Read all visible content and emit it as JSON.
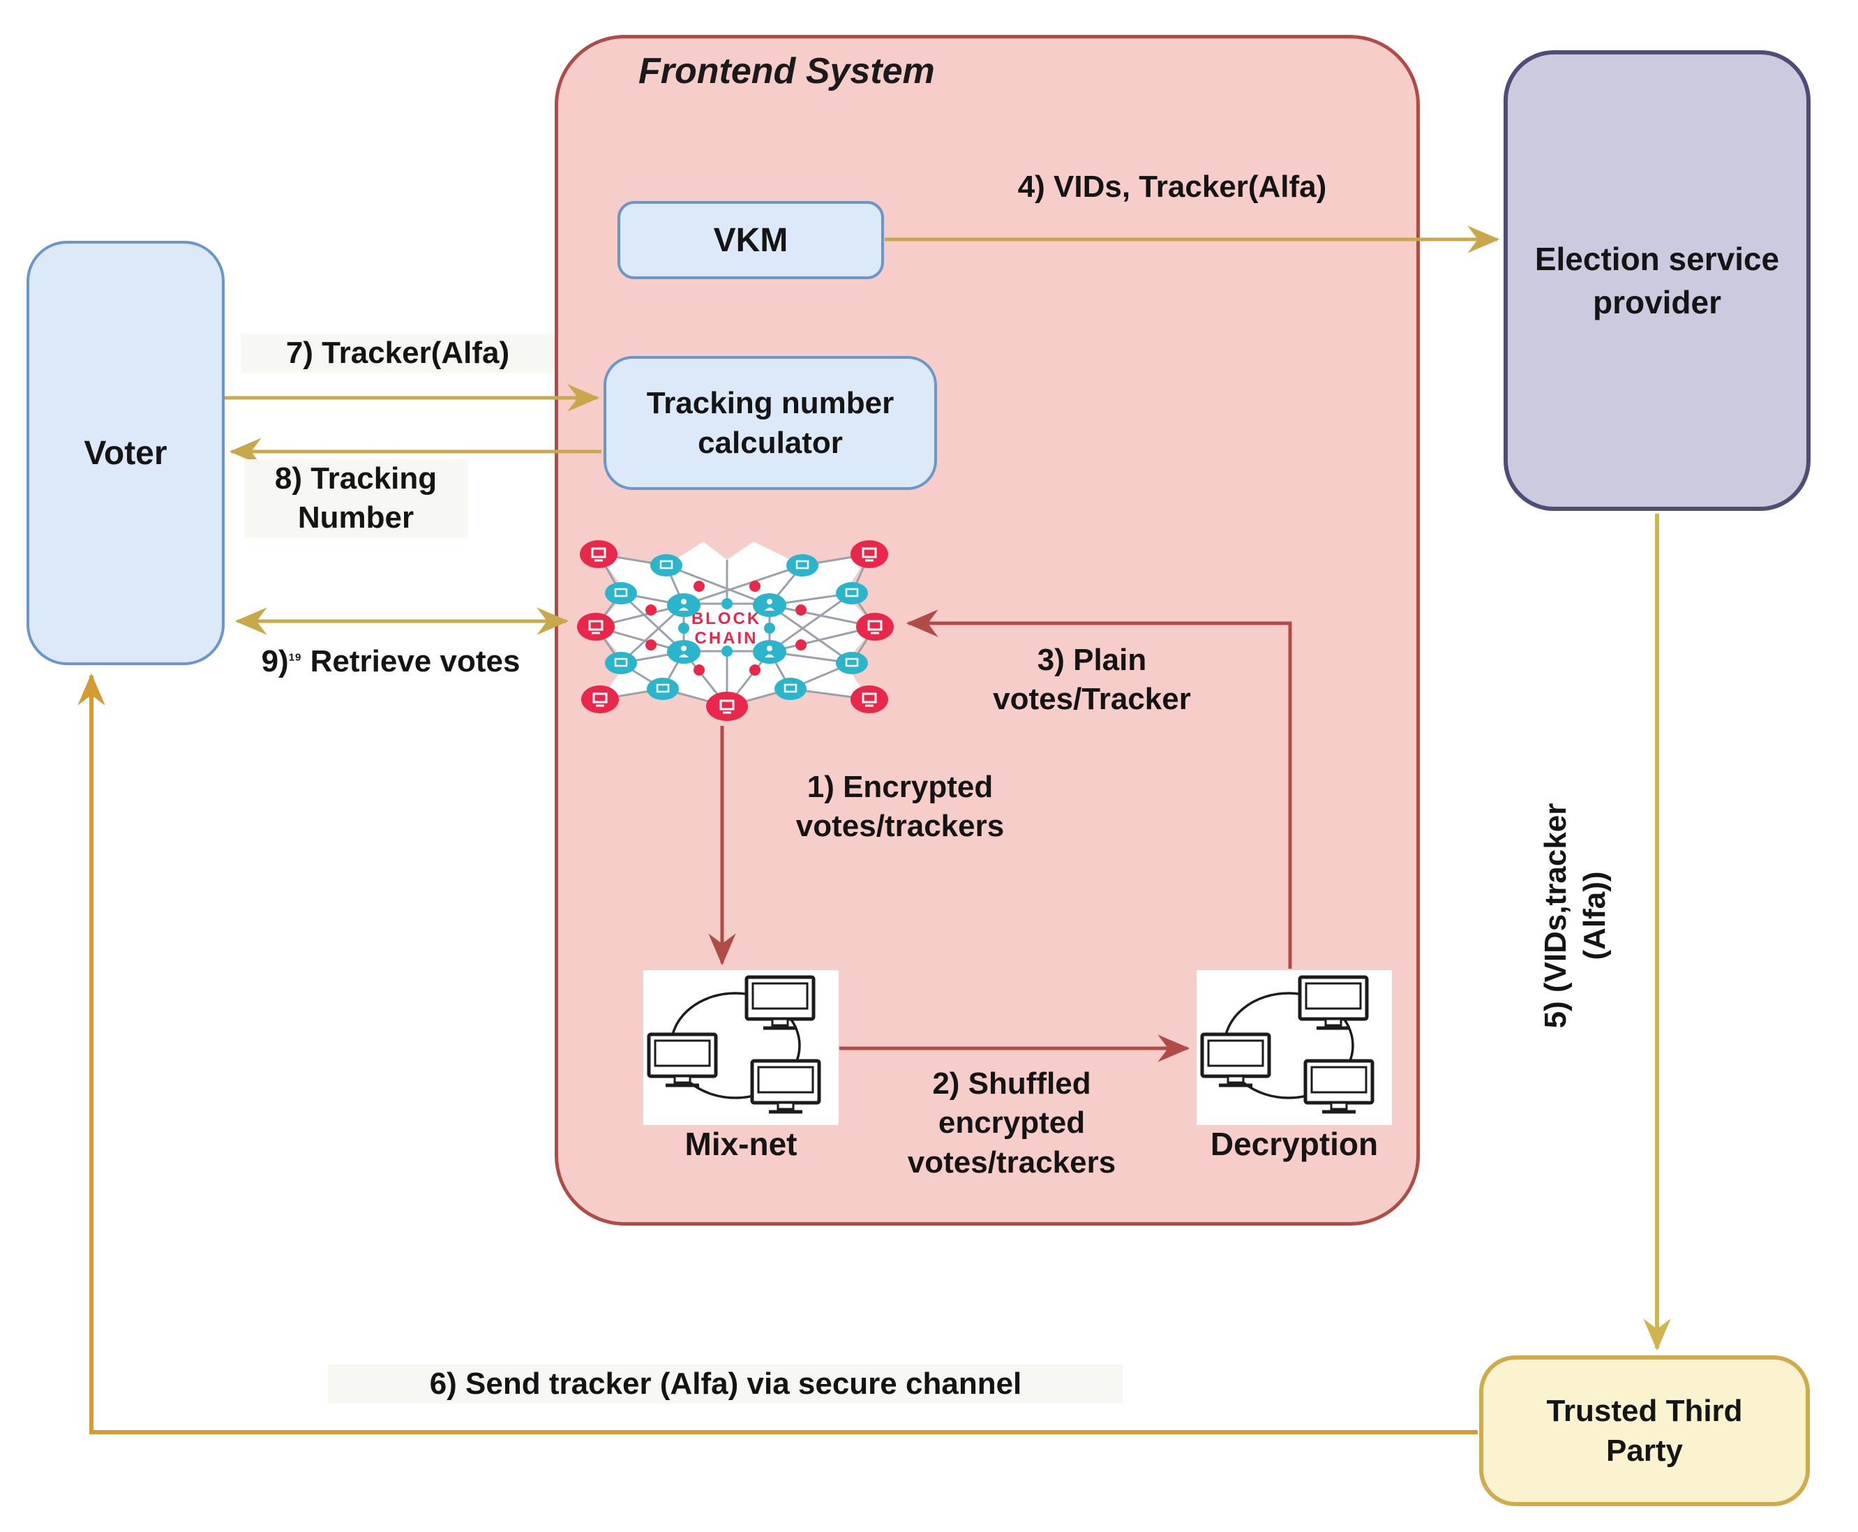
{
  "colors": {
    "frontend_fill": "#f6cdc9",
    "frontend_border": "#b04b47",
    "blue_fill": "#dbe9f8",
    "blue_border": "#6b96cb",
    "purple_fill": "#cccade",
    "purple_border": "#4d4d77",
    "cream_fill": "#fbf2d0",
    "cream_border": "#cfac49",
    "arrow_gold": "#c9a84c",
    "arrow_orange": "#d59a31",
    "arrow_dark_red": "#b04b47",
    "node_red": "#e8274b",
    "node_cyan": "#2ab5cd"
  },
  "nodes": {
    "frontend": {
      "title": "Frontend System"
    },
    "voter": {
      "label": "Voter"
    },
    "vkm": {
      "label": "VKM"
    },
    "tracking_calculator": {
      "line1": "Tracking number",
      "line2": "calculator"
    },
    "election_provider": {
      "line1": "Election service",
      "line2": "provider"
    },
    "trusted_third_party": {
      "line1": "Trusted Third",
      "line2": "Party"
    },
    "blockchain": {
      "line1": "BLOCK",
      "line2": "CHAIN"
    },
    "mixnet": {
      "label": "Mix-net"
    },
    "decryption": {
      "label": "Decryption"
    }
  },
  "flows": {
    "f1": {
      "line1": "1) Encrypted",
      "line2": "votes/trackers"
    },
    "f2": {
      "line1": "2) Shuffled",
      "line2": "encrypted",
      "line3": "votes/trackers"
    },
    "f3": {
      "line1": "3) Plain",
      "line2": "votes/Tracker"
    },
    "f4": {
      "label": "4) VIDs, Tracker(Alfa)"
    },
    "f5": {
      "line1": "5) (VIDs,tracker",
      "line2": "(Alfa))"
    },
    "f6": {
      "label": "6) Send tracker (Alfa) via secure channel"
    },
    "f7": {
      "label": "7) Tracker(Alfa)"
    },
    "f8": {
      "line1": "8) Tracking",
      "line2": "Number"
    },
    "f9": {
      "num": "9)",
      "mark": "19",
      "label": "Retrieve votes"
    }
  }
}
